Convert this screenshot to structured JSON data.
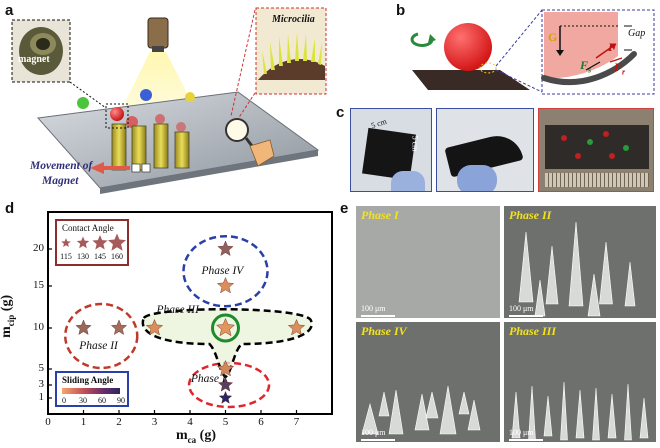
{
  "panels": {
    "a": {
      "letter": "a",
      "magnet_label": "magnet",
      "microcilia_label": "Microcilia",
      "movement_label_1": "Movement of",
      "movement_label_2": "Magnet"
    },
    "b": {
      "letter": "b",
      "force_G": "G",
      "force_F": "F",
      "force_Fs": "F",
      "force_Fs_sub": "s",
      "force_Fr": "F",
      "force_Fr_sub": "r",
      "gap_label": "Gap"
    },
    "c": {
      "letter": "c",
      "dim_label_1": "5 cm",
      "dim_label_2": "5 cm"
    },
    "d": {
      "letter": "d",
      "contact_angle_title": "Contact Angle",
      "contact_angle_values": [
        "115",
        "130",
        "145",
        "160"
      ],
      "sliding_angle_title": "Sliding Angle",
      "sliding_angle_ticks": [
        "0",
        "30",
        "60",
        "90"
      ],
      "phase_labels": [
        "Phase I",
        "Phase II",
        "Phase III",
        "Phase IV"
      ],
      "colors": {
        "phase_I": "#e0262b",
        "phase_II": "#c0392b",
        "phase_III": "#000000",
        "phase_IV": "#2a3fa8",
        "highlight_circle": "#1f8b2a",
        "star_low": "#f29a5a",
        "star_high": "#2b2563"
      }
    },
    "e": {
      "letter": "e",
      "images": [
        {
          "phase": "Phase I",
          "scale": "100 μm"
        },
        {
          "phase": "Phase II",
          "scale": "100 μm"
        },
        {
          "phase": "Phase IV",
          "scale": "100 μm"
        },
        {
          "phase": "Phase III",
          "scale": "100 μm"
        }
      ]
    }
  },
  "chart_data": {
    "type": "scatter",
    "xlabel": "m",
    "xlabel_sub": "ca",
    "xlabel_unit": " (g)",
    "ylabel": "m",
    "ylabel_sub": "cip",
    "ylabel_unit": " (g)",
    "x_ticks": [
      "0",
      "1",
      "2",
      "3",
      "4",
      "5",
      "6",
      "7"
    ],
    "y_ticks": [
      "1",
      "3",
      "5",
      "10",
      "15",
      "20"
    ],
    "points": [
      {
        "x": 1,
        "y": 10,
        "contact_angle": 145,
        "sliding_angle": 40
      },
      {
        "x": 2,
        "y": 10,
        "contact_angle": 145,
        "sliding_angle": 35
      },
      {
        "x": 3,
        "y": 10,
        "contact_angle": 150,
        "sliding_angle": 10
      },
      {
        "x": 5,
        "y": 10,
        "contact_angle": 160,
        "sliding_angle": 5
      },
      {
        "x": 7,
        "y": 10,
        "contact_angle": 150,
        "sliding_angle": 10
      },
      {
        "x": 5,
        "y": 20,
        "contact_angle": 145,
        "sliding_angle": 45
      },
      {
        "x": 5,
        "y": 15,
        "contact_angle": 150,
        "sliding_angle": 10
      },
      {
        "x": 5,
        "y": 5,
        "contact_angle": 150,
        "sliding_angle": 15
      },
      {
        "x": 5,
        "y": 3,
        "contact_angle": 140,
        "sliding_angle": 70
      },
      {
        "x": 5,
        "y": 1,
        "contact_angle": 130,
        "sliding_angle": 90
      }
    ],
    "highlight": {
      "x": 5,
      "y": 10
    }
  }
}
